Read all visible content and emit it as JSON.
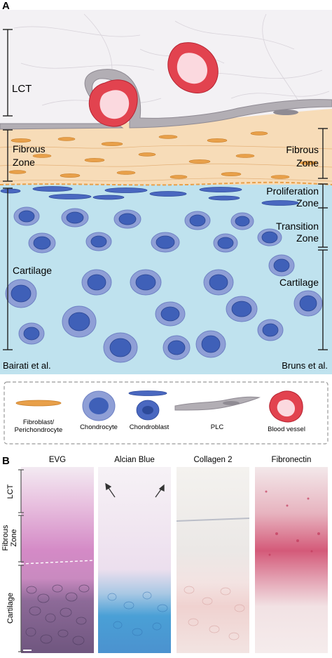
{
  "panel_a": {
    "letter": "A",
    "labels": {
      "lct": "LCT",
      "fibrous_left": "Fibrous",
      "zone_left": "Zone",
      "fibrous_right": "Fibrous",
      "zone_right": "Zone",
      "proliferation": "Proliferation",
      "proliferation_zone": "Zone",
      "transition": "Transition",
      "transition_zone": "Zone",
      "cartilage_left": "Cartilage",
      "cartilage_right": "Cartilage",
      "source_left": "Bairati et al.",
      "source_right": "Bruns et al."
    },
    "colors": {
      "lct_bg": "#f3f1f4",
      "fibrous_bg": "#f7dcb8",
      "cartilage_bg": "#bfe2ee",
      "fibroblast": "#e8a04a",
      "chondrocyte_outer": "#8f9fd6",
      "chondrocyte_inner": "#3f60b8",
      "plc": "#a9a5ab",
      "blood_vessel": "#e2434f"
    }
  },
  "legend": {
    "fibroblast": "Fibroblast/",
    "perichondrocyte": "Perichondrocyte",
    "chondrocyte": "Chondrocyte",
    "chondroblast": "Chondroblast",
    "plc": "PLC",
    "blood_vessel": "Blood vessel"
  },
  "panel_b": {
    "letter": "B",
    "stains": [
      "EVG",
      "Alcian Blue",
      "Collagen 2",
      "Fibronectin"
    ],
    "side_labels": {
      "lct": "LCT",
      "fibrous": "Fibrous",
      "zone": "Zone",
      "cartilage": "Cartilage"
    }
  }
}
